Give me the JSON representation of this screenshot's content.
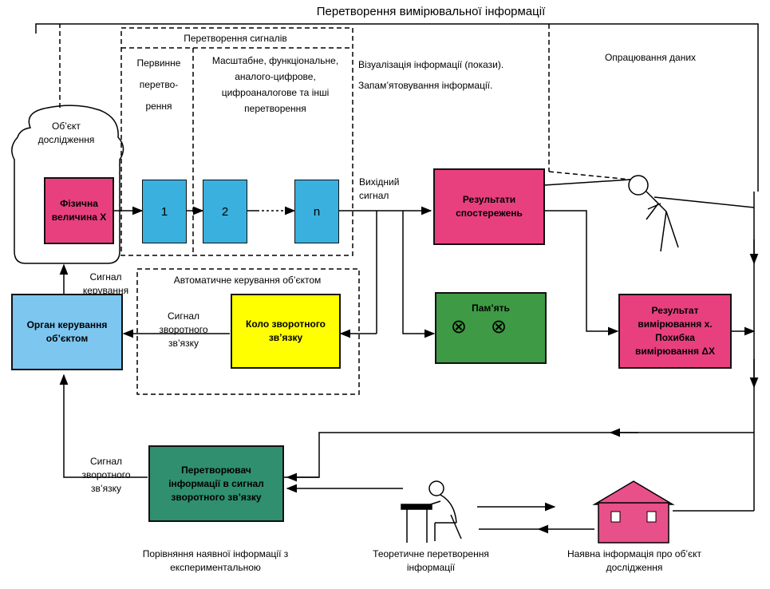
{
  "title": "Перетворення вимірювальної інформації",
  "colors": {
    "pink": "#e8407f",
    "blue": "#3ab0de",
    "light_blue": "#7cc6f0",
    "yellow": "#ffff00",
    "green": "#3e9a44",
    "teal": "#2f8f6f",
    "house": "#e8508a"
  },
  "sections": {
    "signal_conversion": "Перетворення сигналів",
    "primary_conversion": "Первинне перетво-рення",
    "other_conversion": "Масштабне, функціональне, аналого-цифрове, цифроаналогове та інші перетворення",
    "visualization": "Візуалізація інформації (покази). Запам’ятовування інформації.",
    "data_processing": "Опрацювання даних"
  },
  "object": {
    "label": "Об’єкт дослідження",
    "physical_quantity": "Фізична величина X"
  },
  "blocks": {
    "b1": "1",
    "b2": "2",
    "bn": "n",
    "dots": "·······"
  },
  "output_signal": "Вихідний сигнал",
  "results": "Результати спостережень",
  "memory": {
    "label": "Пам’ять",
    "symbol": "⊗"
  },
  "measurement_result": "Результат вимірювання x. Похибка вимірювання ΔX",
  "auto_control": "Автоматичне керування об’єктом",
  "feedback_circuit": "Коло зворотного зв’язку",
  "feedback_signal": "Сигнал зворотного зв’язку",
  "control_signal": "Сигнал керування",
  "control_organ": "Орган керування об’єктом",
  "converter": "Перетворювач інформації в сигнал зворотного зв’язку",
  "feedback_signal_2": "Сигнал зворотного зв’язку",
  "comparison": "Порівняння наявної інформації з експериментальною",
  "theoretical": "Теоретичне перетворення інформації",
  "available_info": "Наявна інформація про об’єкт дослідження",
  "icons": {
    "person_standing": "observer-figure-icon",
    "person_sitting": "seated-person-icon",
    "house": "house-icon"
  }
}
